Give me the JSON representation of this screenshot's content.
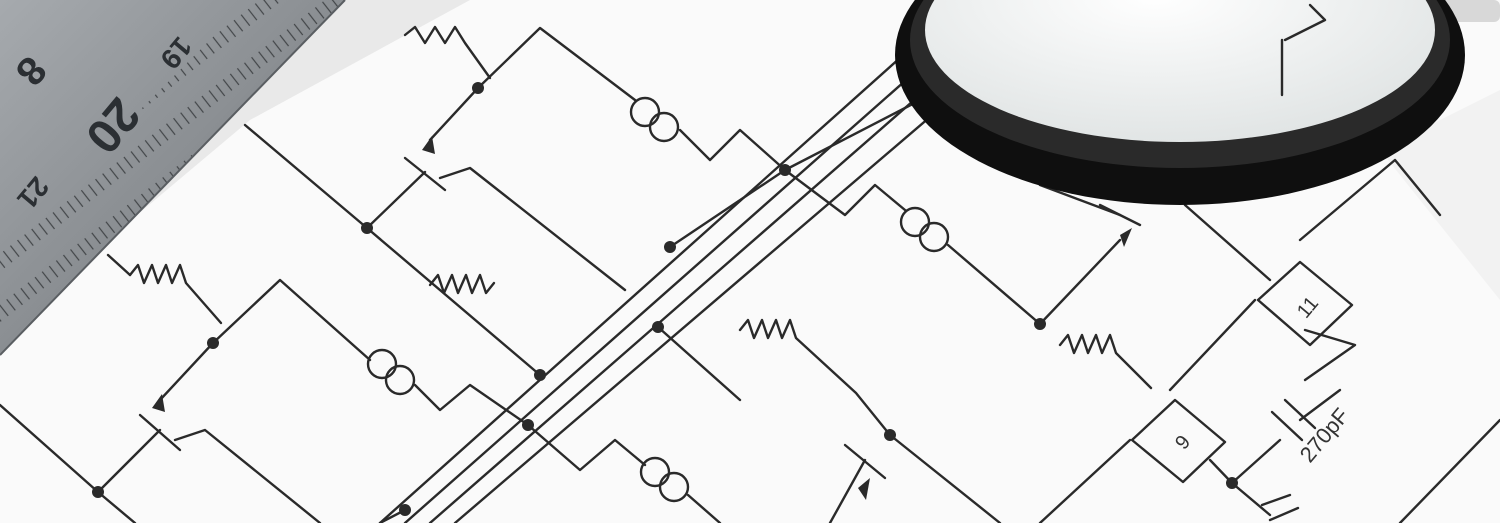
{
  "ruler": {
    "numbers": [
      {
        "text": "8",
        "big": true
      },
      {
        "text": "19",
        "big": false
      },
      {
        "text": "20",
        "big": true
      },
      {
        "text": "21",
        "big": false
      }
    ]
  },
  "schematic": {
    "chip_labels": [
      "11",
      "9"
    ],
    "capacitor_label": "270pF"
  },
  "colors": {
    "paper": "#fafafa",
    "ink": "#2a2a2a",
    "ruler_metal": "#8e9296",
    "lens_rim": "#151515"
  },
  "objects": [
    "schematic-sheet",
    "steel-ruler",
    "magnifying-glass"
  ]
}
